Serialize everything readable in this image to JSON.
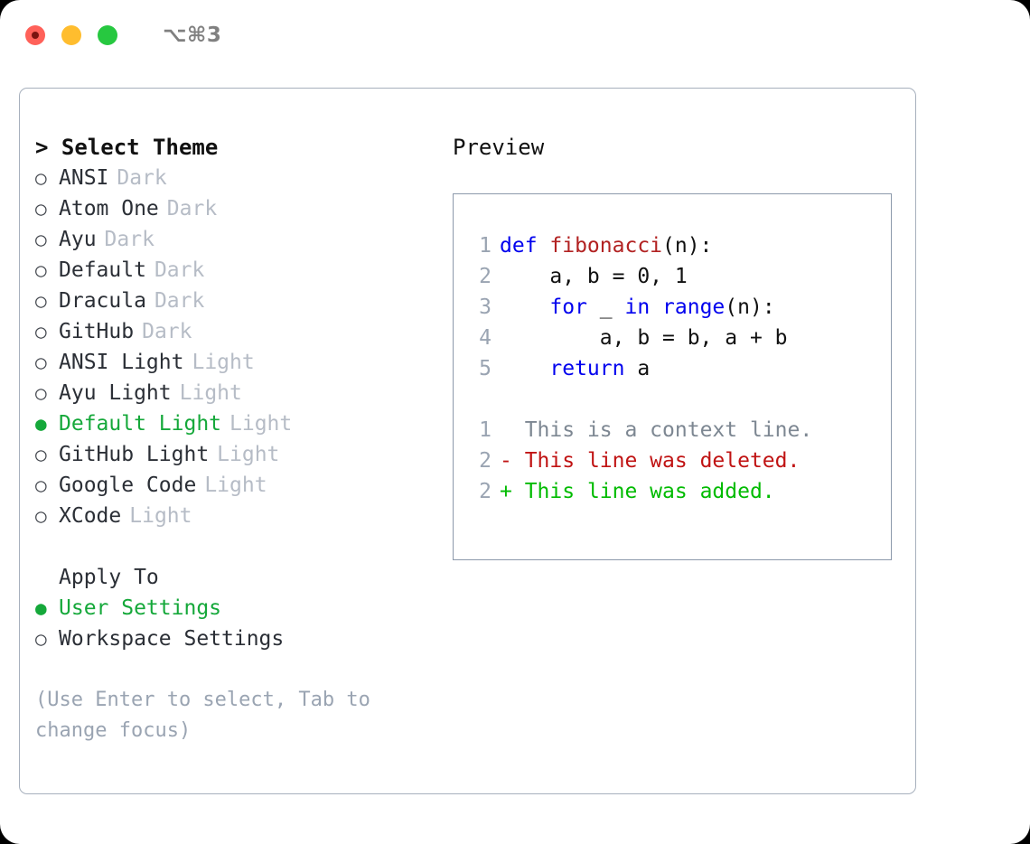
{
  "titlebar": {
    "shortcut": "⌥⌘3",
    "lights": [
      {
        "name": "close",
        "color": "#ff6159"
      },
      {
        "name": "minimize",
        "color": "#ffbd2e"
      },
      {
        "name": "maximize",
        "color": "#27c840"
      }
    ]
  },
  "theme_picker": {
    "header": "> Select Theme",
    "marker_unselected": "○",
    "marker_selected": "●",
    "items": [
      {
        "label": "ANSI",
        "tag": "Dark",
        "selected": false
      },
      {
        "label": "Atom One",
        "tag": "Dark",
        "selected": false
      },
      {
        "label": "Ayu",
        "tag": "Dark",
        "selected": false
      },
      {
        "label": "Default",
        "tag": "Dark",
        "selected": false
      },
      {
        "label": "Dracula",
        "tag": "Dark",
        "selected": false
      },
      {
        "label": "GitHub",
        "tag": "Dark",
        "selected": false
      },
      {
        "label": "ANSI Light",
        "tag": "Light",
        "selected": false
      },
      {
        "label": "Ayu Light",
        "tag": "Light",
        "selected": false
      },
      {
        "label": "Default Light",
        "tag": "Light",
        "selected": true
      },
      {
        "label": "GitHub Light",
        "tag": "Light",
        "selected": false
      },
      {
        "label": "Google Code",
        "tag": "Light",
        "selected": false
      },
      {
        "label": "XCode",
        "tag": "Light",
        "selected": false
      }
    ]
  },
  "apply_to": {
    "header": "Apply To",
    "items": [
      {
        "label": "User Settings",
        "selected": true
      },
      {
        "label": "Workspace Settings",
        "selected": false
      }
    ]
  },
  "hint": "(Use Enter to select, Tab to change focus)",
  "preview": {
    "title": "Preview",
    "code": [
      {
        "num": "1",
        "segments": [
          {
            "text": "def ",
            "kind": "kw"
          },
          {
            "text": "fibonacci",
            "kind": "fn"
          },
          {
            "text": "(n):",
            "kind": "plain"
          }
        ]
      },
      {
        "num": "2",
        "segments": [
          {
            "text": "    a, b = 0, 1",
            "kind": "plain"
          }
        ]
      },
      {
        "num": "3",
        "segments": [
          {
            "text": "    ",
            "kind": "plain"
          },
          {
            "text": "for",
            "kind": "kw"
          },
          {
            "text": " _ ",
            "kind": "plain"
          },
          {
            "text": "in",
            "kind": "kw"
          },
          {
            "text": " ",
            "kind": "plain"
          },
          {
            "text": "range",
            "kind": "kw"
          },
          {
            "text": "(n):",
            "kind": "plain"
          }
        ]
      },
      {
        "num": "4",
        "segments": [
          {
            "text": "        a, b = b, a + b",
            "kind": "plain"
          }
        ]
      },
      {
        "num": "5",
        "segments": [
          {
            "text": "    ",
            "kind": "plain"
          },
          {
            "text": "return",
            "kind": "kw"
          },
          {
            "text": " a",
            "kind": "plain"
          }
        ]
      }
    ],
    "diff": [
      {
        "num": "1",
        "prefix": "  ",
        "text": "This is a context line.",
        "kind": "ctx"
      },
      {
        "num": "2",
        "prefix": "- ",
        "text": "This line was deleted.",
        "kind": "del"
      },
      {
        "num": "2",
        "prefix": "+ ",
        "text": "This line was added.",
        "kind": "add"
      }
    ]
  },
  "colors": {
    "accent_green": "#15a83a",
    "diff_add": "#00bb00",
    "diff_del": "#c01313",
    "keyword_blue": "#0000ee",
    "function_red": "#b22222",
    "muted_gray": "#9aa4b2",
    "tag_gray": "#b6bcc6",
    "panel_border": "#a7b0bd",
    "preview_border": "#8c99ab"
  }
}
